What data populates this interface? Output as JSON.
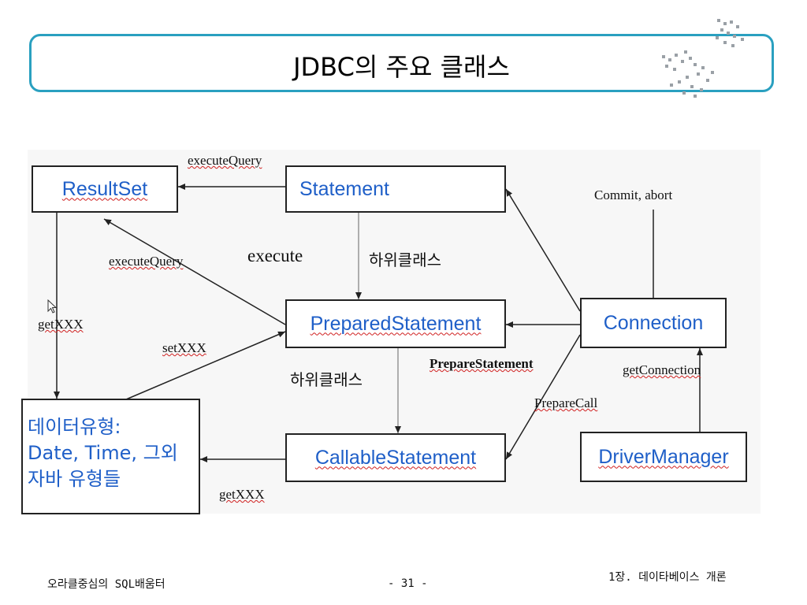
{
  "slide": {
    "title": "JDBC의 주요 클래스"
  },
  "diagram": {
    "nodes": {
      "resultset": "ResultSet",
      "statement": "Statement",
      "prepared": "PreparedStatement",
      "callable": "CallableStatement",
      "connection": "Connection",
      "drivermanager": "DriverManager",
      "datatypes": "데이터유형:\nDate, Time, 그외\n자바 유형들"
    },
    "labels": {
      "execute_query_top": "executeQuery",
      "execute_query_diag": "executeQuery",
      "execute": "execute",
      "subclass_1": "하위클래스",
      "subclass_2": "하위클래스",
      "get_xxx_left": "getXXX",
      "set_xxx": "setXXX",
      "get_xxx_bottom": "getXXX",
      "prepare_statement": "PrepareStatement",
      "prepare_call": "PrepareCall",
      "commit_abort": "Commit, abort",
      "get_connection": "getConnection"
    }
  },
  "footer": {
    "left": "오라클중심의 SQL배움터",
    "center": "- 31 -",
    "right": "1장. 데이타베이스 개론"
  }
}
